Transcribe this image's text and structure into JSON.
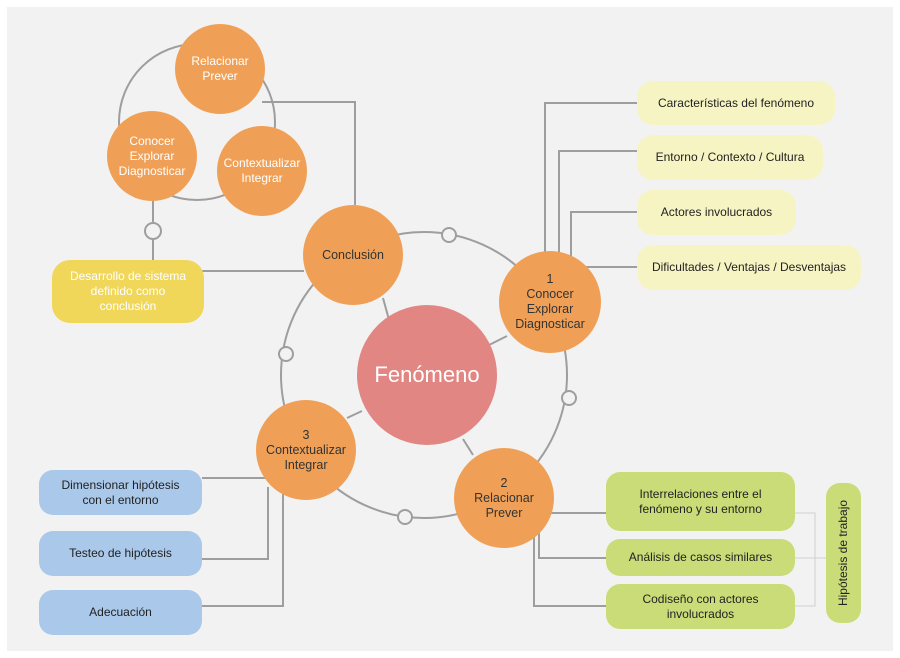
{
  "center": {
    "label": "Fenómeno"
  },
  "nodes": {
    "conclusion": {
      "label": "Conclusión"
    },
    "conocer": {
      "number": "1",
      "lines": [
        "Conocer",
        "Explorar",
        "Diagnosticar"
      ]
    },
    "relacionar": {
      "number": "2",
      "lines": [
        "Relacionar",
        "Prever"
      ]
    },
    "contextualizar": {
      "number": "3",
      "lines": [
        "Contextualizar",
        "Integrar"
      ]
    }
  },
  "cycle": {
    "relacionar": [
      "Relacionar",
      "Prever"
    ],
    "conocer": [
      "Conocer",
      "Explorar",
      "Diagnosticar"
    ],
    "contextualizar": [
      "Contextualizar",
      "Integrar"
    ]
  },
  "conclusion_box": {
    "label": "Desarrollo de sistema definido como conclusión"
  },
  "characteristics": [
    "Características del fenómeno",
    "Entorno / Contexto / Cultura",
    "Actores involucrados",
    "Dificultades / Ventajas / Desventajas"
  ],
  "hypothesis_items": [
    "Interrelaciones entre el fenómeno y su entorno",
    "Análisis de casos similares",
    "Codiseño con actores involucrados"
  ],
  "hypothesis_label": "Hipótesis de trabajo",
  "context_items": [
    "Dimensionar hipótesis con el entorno",
    "Testeo de hipótesis",
    "Adecuación"
  ],
  "colors": {
    "orange": "#f0a056",
    "center": "#e18683",
    "yellow_pale": "#f7f4c3",
    "green": "#c9dc77",
    "blue": "#aac8ea",
    "yellow": "#f0d75a"
  }
}
